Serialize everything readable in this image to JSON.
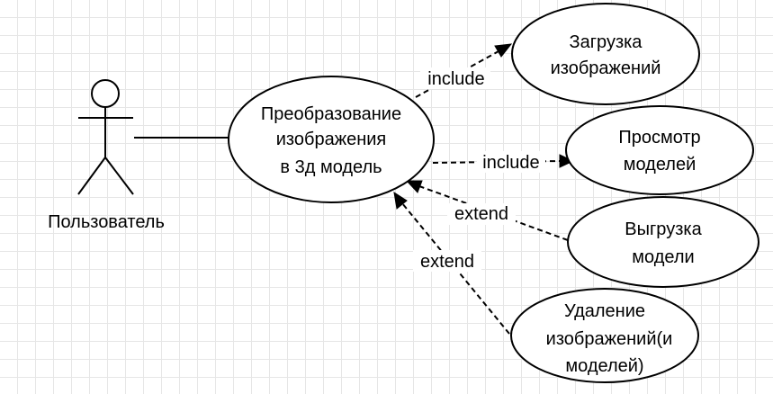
{
  "actor": {
    "label": "Пользователь"
  },
  "use_cases": {
    "main": {
      "lines": [
        "Преобразование",
        "изображения",
        "в 3д модель"
      ]
    },
    "upload": {
      "lines": [
        "Загрузка",
        "изображений"
      ]
    },
    "view": {
      "lines": [
        "Просмотр",
        "моделей"
      ]
    },
    "export": {
      "lines": [
        "Выгрузка",
        "модели"
      ]
    },
    "delete": {
      "lines": [
        "Удаление",
        "изображений(и",
        "моделей)"
      ]
    }
  },
  "relations": {
    "include_upload": "include",
    "include_view": "include",
    "extend_export": "extend",
    "extend_delete": "extend"
  }
}
